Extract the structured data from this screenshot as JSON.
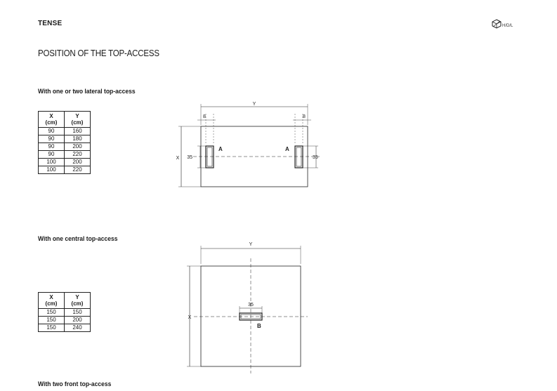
{
  "header": {
    "brand": "TENSE",
    "hdl_label": "H/D/L"
  },
  "page_title": "POSITION OF THE TOP-ACCESS",
  "sections": [
    {
      "title": "With one or two lateral top-access",
      "table": {
        "columns": [
          {
            "name": "X",
            "unit": "(cm)"
          },
          {
            "name": "Y",
            "unit": "(cm)"
          }
        ],
        "rows": [
          [
            "90",
            "160"
          ],
          [
            "90",
            "180"
          ],
          [
            "90",
            "200"
          ],
          [
            "90",
            "220"
          ],
          [
            "100",
            "200"
          ],
          [
            "100",
            "220"
          ]
        ]
      },
      "diagram": {
        "y_label": "Y",
        "x_label": "X",
        "left_offset": "8",
        "right_offset": "8",
        "left_width": "35",
        "right_width": "35",
        "left_marker": "A",
        "right_marker": "A"
      }
    },
    {
      "title": "With one central top-access",
      "table": {
        "columns": [
          {
            "name": "X",
            "unit": "(cm)"
          },
          {
            "name": "Y",
            "unit": "(cm)"
          }
        ],
        "rows": [
          [
            "150",
            "150"
          ],
          [
            "150",
            "200"
          ],
          [
            "150",
            "240"
          ]
        ]
      },
      "diagram": {
        "y_label": "Y",
        "x_label": "X",
        "width_label": "35",
        "marker": "B"
      }
    },
    {
      "title": "With two front top-access"
    }
  ]
}
